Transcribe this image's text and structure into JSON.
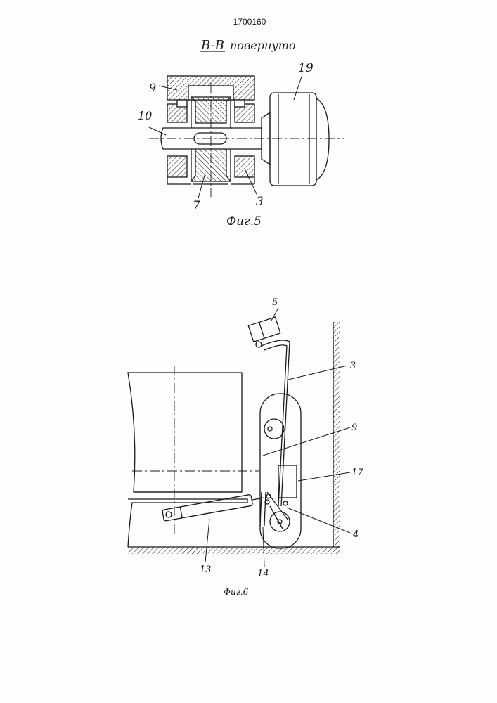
{
  "patent_number": "1700160",
  "section_label": {
    "mark": "B-B",
    "caption": "повернуто"
  },
  "fig5": {
    "caption": "Фиг.5",
    "callouts": {
      "part_9": "9",
      "part_10": "10",
      "part_19": "19",
      "part_7": "7",
      "part_3": "3"
    }
  },
  "fig6": {
    "caption": "Фиг.6",
    "callouts": {
      "part_5": "5",
      "part_3": "3",
      "part_9": "9",
      "part_17": "17",
      "part_4": "4",
      "part_13": "13",
      "part_14": "14"
    }
  },
  "colors": {
    "ink": "#1a1a1a",
    "paper": "#fdfdfd"
  }
}
